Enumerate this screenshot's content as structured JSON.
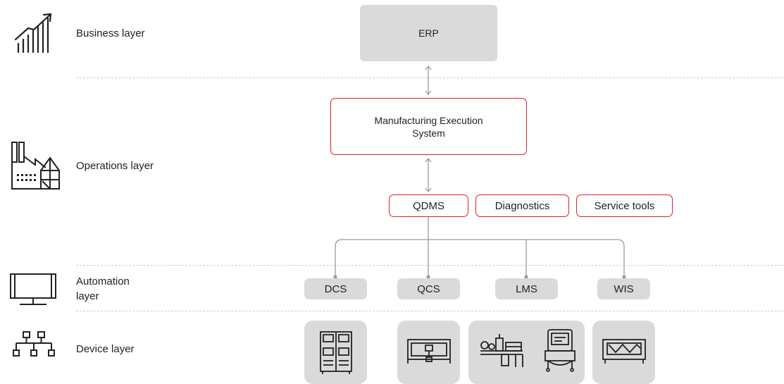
{
  "layers": {
    "business": "Business layer",
    "operations": "Operations layer",
    "automation": "Automation\nlayer",
    "device": "Device layer"
  },
  "nodes": {
    "erp": "ERP",
    "mes": "Manufacturing Execution\nSystem",
    "qdms": "QDMS",
    "diagnostics": "Diagnostics",
    "service_tools": "Service tools",
    "dcs": "DCS",
    "qcs": "QCS",
    "lms": "LMS",
    "wis": "WIS"
  },
  "icons": {
    "business": "growth-chart-icon",
    "operations": "factory-icon",
    "automation": "monitor-icon",
    "device": "network-hierarchy-icon",
    "device1": "control-cabinet-icon",
    "device2": "scanner-frame-icon",
    "device3a": "winder-machine-icon",
    "device3b": "reel-machine-icon",
    "device4": "wire-frame-icon"
  },
  "colors": {
    "accent_red": "#e2202a",
    "grey_box": "#dadada",
    "line": "#9a9a9a",
    "separator": "#d0d0d0"
  }
}
